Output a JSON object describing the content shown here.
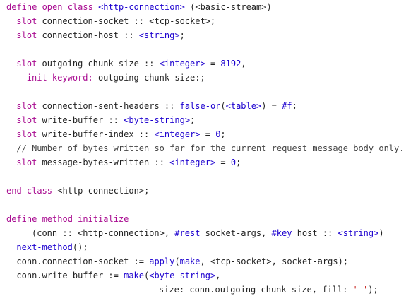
{
  "editor": {
    "lines": [
      {
        "indent": 0,
        "tokens": [
          {
            "t": "define open class",
            "k": "keyword"
          },
          {
            "t": " ",
            "k": "plain"
          },
          {
            "t": "<http-connection>",
            "k": "type"
          },
          {
            "t": " (<basic-stream>)",
            "k": "plain"
          }
        ]
      },
      {
        "indent": 2,
        "tokens": [
          {
            "t": "slot",
            "k": "keyword"
          },
          {
            "t": " connection-socket :: <tcp-socket>;",
            "k": "plain"
          }
        ]
      },
      {
        "indent": 2,
        "tokens": [
          {
            "t": "slot",
            "k": "keyword"
          },
          {
            "t": " connection-host :: ",
            "k": "plain"
          },
          {
            "t": "<string>",
            "k": "type"
          },
          {
            "t": ";",
            "k": "plain"
          }
        ]
      },
      {
        "indent": 0,
        "tokens": []
      },
      {
        "indent": 2,
        "tokens": [
          {
            "t": "slot",
            "k": "keyword"
          },
          {
            "t": " outgoing-chunk-size :: ",
            "k": "plain"
          },
          {
            "t": "<integer>",
            "k": "type"
          },
          {
            "t": " = ",
            "k": "plain"
          },
          {
            "t": "8192",
            "k": "number"
          },
          {
            "t": ",",
            "k": "plain"
          }
        ]
      },
      {
        "indent": 4,
        "tokens": [
          {
            "t": "init-keyword:",
            "k": "keyword"
          },
          {
            "t": " outgoing-chunk-size:;",
            "k": "plain"
          }
        ]
      },
      {
        "indent": 0,
        "tokens": []
      },
      {
        "indent": 2,
        "tokens": [
          {
            "t": "slot",
            "k": "keyword"
          },
          {
            "t": " connection-sent-headers :: ",
            "k": "plain"
          },
          {
            "t": "false-or",
            "k": "type"
          },
          {
            "t": "(",
            "k": "plain"
          },
          {
            "t": "<table>",
            "k": "type"
          },
          {
            "t": ") = ",
            "k": "plain"
          },
          {
            "t": "#f",
            "k": "type"
          },
          {
            "t": ";",
            "k": "plain"
          }
        ]
      },
      {
        "indent": 2,
        "tokens": [
          {
            "t": "slot",
            "k": "keyword"
          },
          {
            "t": " write-buffer :: ",
            "k": "plain"
          },
          {
            "t": "<byte-string>",
            "k": "type"
          },
          {
            "t": ";",
            "k": "plain"
          }
        ]
      },
      {
        "indent": 2,
        "tokens": [
          {
            "t": "slot",
            "k": "keyword"
          },
          {
            "t": " write-buffer-index :: ",
            "k": "plain"
          },
          {
            "t": "<integer>",
            "k": "type"
          },
          {
            "t": " = ",
            "k": "plain"
          },
          {
            "t": "0",
            "k": "number"
          },
          {
            "t": ";",
            "k": "plain"
          }
        ]
      },
      {
        "indent": 2,
        "tokens": [
          {
            "t": "// Number of bytes written so far for the current request message body only.",
            "k": "comment"
          }
        ]
      },
      {
        "indent": 2,
        "tokens": [
          {
            "t": "slot",
            "k": "keyword"
          },
          {
            "t": " message-bytes-written :: ",
            "k": "plain"
          },
          {
            "t": "<integer>",
            "k": "type"
          },
          {
            "t": " = ",
            "k": "plain"
          },
          {
            "t": "0",
            "k": "number"
          },
          {
            "t": ";",
            "k": "plain"
          }
        ]
      },
      {
        "indent": 0,
        "tokens": []
      },
      {
        "indent": 0,
        "tokens": [
          {
            "t": "end class",
            "k": "keyword"
          },
          {
            "t": " <http-connection>;",
            "k": "plain"
          }
        ]
      },
      {
        "indent": 0,
        "tokens": []
      },
      {
        "indent": 0,
        "tokens": [
          {
            "t": "define method",
            "k": "keyword"
          },
          {
            "t": " ",
            "k": "plain"
          },
          {
            "t": "initialize",
            "k": "keyword"
          }
        ]
      },
      {
        "indent": 5,
        "tokens": [
          {
            "t": "(conn :: <http-connection>, ",
            "k": "plain"
          },
          {
            "t": "#rest",
            "k": "type"
          },
          {
            "t": " socket-args, ",
            "k": "plain"
          },
          {
            "t": "#key",
            "k": "type"
          },
          {
            "t": " host :: ",
            "k": "plain"
          },
          {
            "t": "<string>",
            "k": "type"
          },
          {
            "t": ")",
            "k": "plain"
          }
        ]
      },
      {
        "indent": 2,
        "tokens": [
          {
            "t": "next-method",
            "k": "type"
          },
          {
            "t": "();",
            "k": "plain"
          }
        ]
      },
      {
        "indent": 2,
        "tokens": [
          {
            "t": "conn.connection-socket := ",
            "k": "plain"
          },
          {
            "t": "apply",
            "k": "type"
          },
          {
            "t": "(",
            "k": "plain"
          },
          {
            "t": "make",
            "k": "type"
          },
          {
            "t": ", <tcp-socket>, socket-args);",
            "k": "plain"
          }
        ]
      },
      {
        "indent": 2,
        "tokens": [
          {
            "t": "conn.write-buffer := ",
            "k": "plain"
          },
          {
            "t": "make",
            "k": "type"
          },
          {
            "t": "(",
            "k": "plain"
          },
          {
            "t": "<byte-string>",
            "k": "type"
          },
          {
            "t": ",",
            "k": "plain"
          }
        ]
      },
      {
        "indent": 30,
        "tokens": [
          {
            "t": "size: conn.outgoing-chunk-size, fill: ",
            "k": "plain"
          },
          {
            "t": "' '",
            "k": "string"
          },
          {
            "t": ");",
            "k": "plain"
          }
        ]
      }
    ]
  }
}
